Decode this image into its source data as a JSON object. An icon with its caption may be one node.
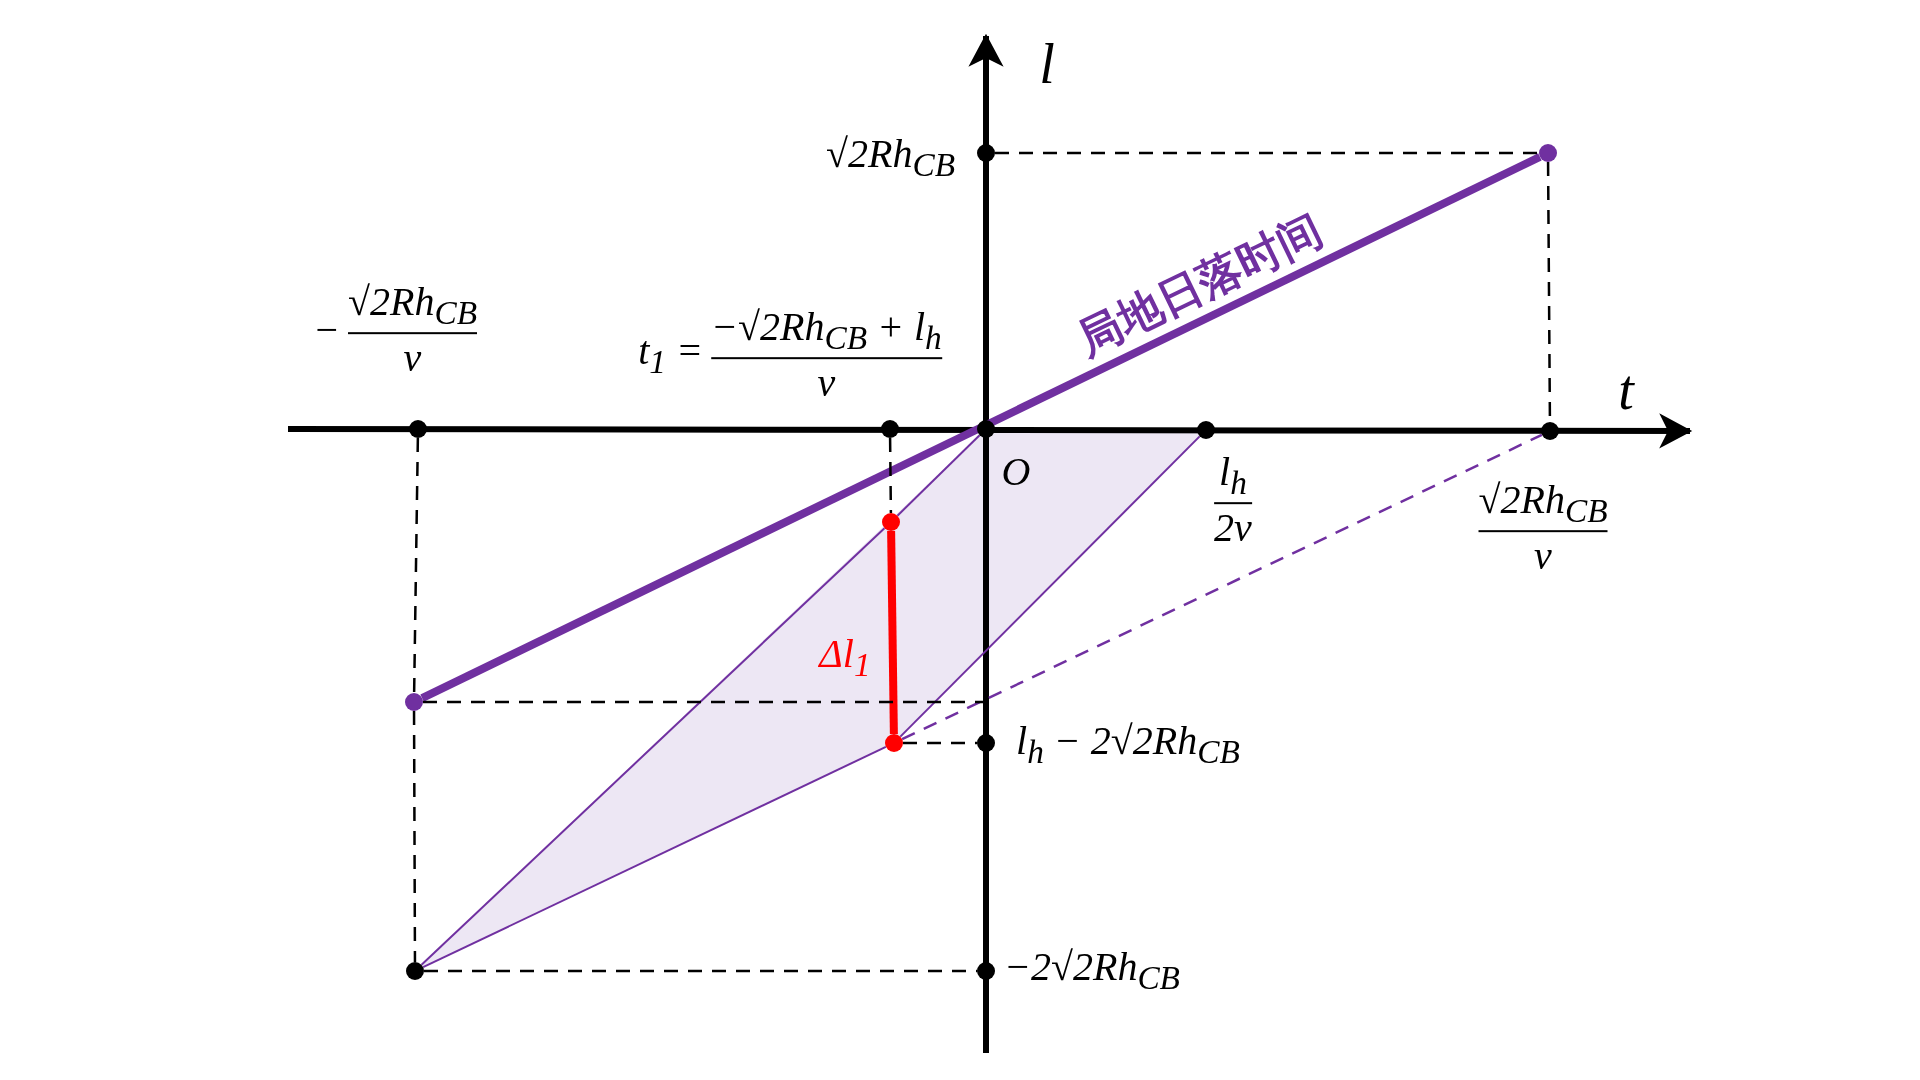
{
  "diagram": {
    "nodes": [
      {
        "text": [],
        "shape": "circle",
        "beside": [
          "√2Rh$_{CB}$"
        ]
      },
      {
        "text": [],
        "shape": "circle"
      },
      {
        "text": [],
        "shape": "circle",
        "beside": [
          "−",
          "√2Rh$_{CB}$",
          "v"
        ]
      },
      {
        "text": [],
        "shape": "circle",
        "beside": [
          "t$_{1}$ =",
          "−√2Rh$_{CB}$ + l$_{h}$",
          "v"
        ]
      },
      {
        "text": [],
        "shape": "circle",
        "beside": [
          "O"
        ]
      },
      {
        "text": [],
        "shape": "circle",
        "beside": [
          "l$_{h}$",
          "2v"
        ]
      },
      {
        "text": [],
        "shape": "circle",
        "beside": [
          "√2Rh$_{CB}$",
          "v"
        ]
      },
      {
        "text": [],
        "shape": "circle"
      },
      {
        "text": [],
        "shape": "circle"
      },
      {
        "text": [],
        "shape": "circle"
      },
      {
        "text": [],
        "shape": "circle",
        "beside": [
          "l$_{h}$ − 2√2Rh$_{CB}$"
        ]
      },
      {
        "text": [],
        "shape": "circle"
      },
      {
        "text": [],
        "shape": "circle",
        "beside": [
          "−2√2Rh$_{CB}$"
        ]
      }
    ],
    "edges": [
      {
        "from": 8,
        "to": 1,
        "arrow": "none",
        "label": "局地日落时间",
        "style": "thick",
        "color": "#7030a0"
      },
      {
        "from": 11,
        "to": 7,
        "arrow": "none",
        "color": "#7030a0"
      },
      {
        "from": 7,
        "to": 4,
        "arrow": "none",
        "color": "#7030a0"
      },
      {
        "from": 5,
        "to": 9,
        "arrow": "none",
        "color": "#7030a0"
      },
      {
        "from": 9,
        "to": 11,
        "arrow": "none",
        "color": "#7030a0"
      },
      {
        "from": 9,
        "to": 6,
        "arrow": "none",
        "style": "dashed",
        "color": "#7030a0"
      },
      {
        "from": 7,
        "to": 9,
        "arrow": "none",
        "label": "Δl$_{1}$",
        "style": "thick",
        "color": "#ff0000"
      },
      {
        "from": 0,
        "to": 1,
        "arrow": "none",
        "style": "dashed"
      },
      {
        "from": 1,
        "to": 6,
        "arrow": "none",
        "style": "dashed"
      },
      {
        "from": 2,
        "to": 8,
        "arrow": "none",
        "style": "dashed"
      },
      {
        "from": 8,
        "to": 11,
        "arrow": "none",
        "style": "dashed"
      },
      {
        "from": 8,
        "to": null,
        "arrow": "none",
        "style": "dashed"
      },
      {
        "from": 9,
        "to": 10,
        "arrow": "none",
        "style": "dashed"
      },
      {
        "from": 11,
        "to": 12,
        "arrow": "none",
        "style": "dashed"
      },
      {
        "from": 3,
        "to": 7,
        "arrow": "none",
        "style": "dashed"
      }
    ],
    "labels": [
      "l",
      "t"
    ]
  }
}
